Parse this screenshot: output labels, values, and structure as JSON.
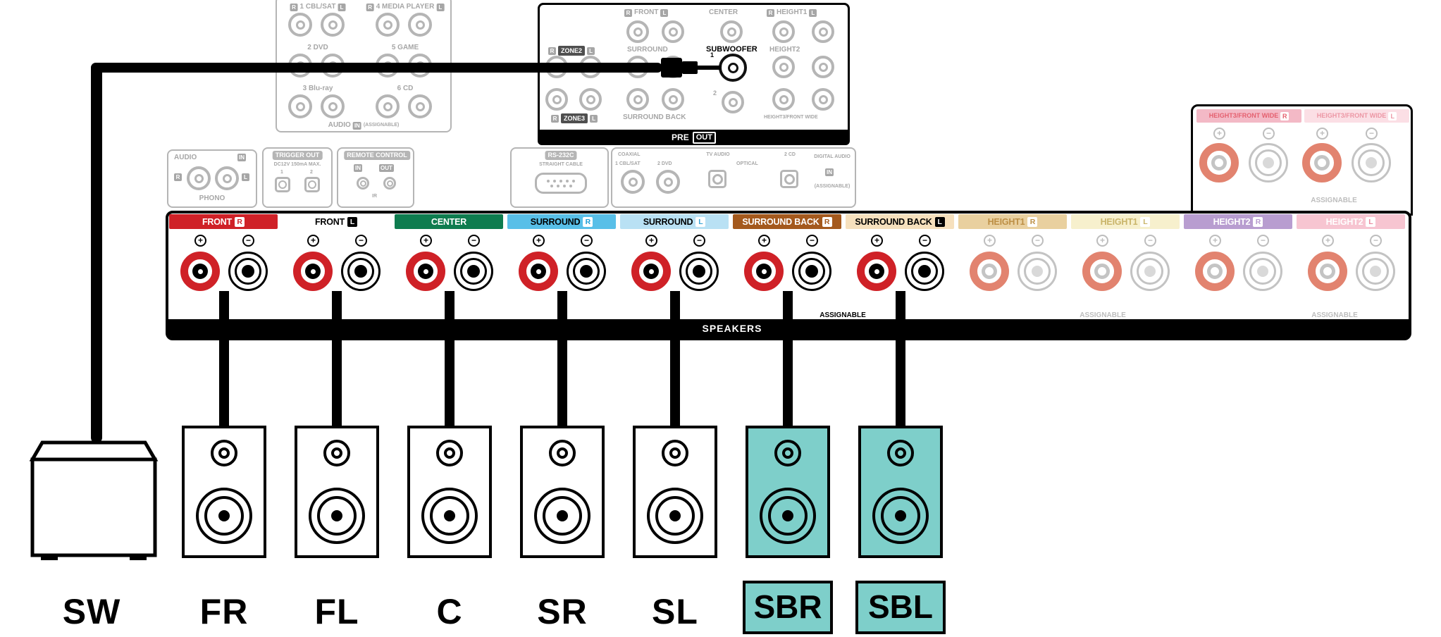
{
  "colors": {
    "red": "#cf2127",
    "teal": "#7ecfca",
    "gray_line": "#b5b5b5",
    "gray_text": "#a6a6a6",
    "dark_label": "#4f4f4f",
    "inactive_plus": "#e2836f",
    "inactive_minus": "#c3c3c3"
  },
  "symbols": {
    "plus": "+",
    "minus": "−"
  },
  "analog_panel": {
    "cells": [
      {
        "label": "1 CBL/SAT",
        "r": "R",
        "l": "L"
      },
      {
        "label": "4 MEDIA PLAYER",
        "r": "R",
        "l": "L"
      },
      {
        "label": "2 DVD"
      },
      {
        "label": "5 GAME"
      },
      {
        "label": "3 Blu-ray"
      },
      {
        "label": "6 CD"
      }
    ],
    "footer": {
      "audio": "AUDIO",
      "in": "IN",
      "assignable": "(ASSIGNABLE)"
    }
  },
  "phono_panel": {
    "audio": "AUDIO",
    "in": "IN",
    "r": "R",
    "l": "L",
    "name": "PHONO"
  },
  "trigger_panel": {
    "title": "TRIGGER OUT",
    "spec": "DC12V 150mA MAX.",
    "jack1": "1",
    "jack2": "2"
  },
  "remote_panel": {
    "title": "REMOTE CONTROL",
    "in": "IN",
    "out": "OUT",
    "ir": "IR"
  },
  "rs232_panel": {
    "title": "RS-232C",
    "subtitle": "STRAIGHT CABLE"
  },
  "digital_panel": {
    "coaxial": "COAXIAL",
    "coax1": "1 CBL/SAT",
    "coax2": "2 DVD",
    "opt1": "TV AUDIO",
    "optical": "OPTICAL",
    "opt2": "2 CD",
    "digital_audio": "DIGITAL AUDIO",
    "in": "IN",
    "assignable": "(ASSIGNABLE)"
  },
  "pre_out": {
    "bar_pre": "PRE",
    "bar_out": "OUT",
    "front": "FRONT",
    "center": "CENTER",
    "height1": "HEIGHT1",
    "zone2": "ZONE2",
    "surround": "SURROUND",
    "subwoofer": "SUBWOOFER",
    "height2": "HEIGHT2",
    "zone3": "ZONE3",
    "surround_back": "SURROUND BACK",
    "height3": "HEIGHT3/FRONT WIDE",
    "jack1": "1",
    "jack2": "2",
    "r": "R",
    "l": "L"
  },
  "height3_panel": {
    "bars": [
      {
        "label": "HEIGHT3/FRONT WIDE",
        "letter": "R",
        "bg": "#f3b9c6",
        "fg": "#e4606f",
        "lbg": "#ffffff",
        "lfg": "#e4606f"
      },
      {
        "label": "HEIGHT3/FRONT WIDE",
        "letter": "L",
        "bg": "#fbdfe5",
        "fg": "#ec96a4",
        "lbg": "#ffffff",
        "lfg": "#ec96a4"
      }
    ],
    "assignable": "ASSIGNABLE"
  },
  "strip": {
    "speakers_label": "SPEAKERS",
    "assignable": "ASSIGNABLE",
    "channels": [
      {
        "label": "FRONT",
        "letter": "R",
        "bg": "#cf2127",
        "fg": "#ffffff",
        "lbg": "#ffffff",
        "lfg": "#cf2127"
      },
      {
        "label": "FRONT",
        "letter": "L",
        "bg": "#ffffff",
        "fg": "#000000",
        "lbg": "#000000",
        "lfg": "#ffffff"
      },
      {
        "label": "CENTER",
        "letter": "",
        "bg": "#0e7c4f",
        "fg": "#ffffff",
        "lbg": "",
        "lfg": ""
      },
      {
        "label": "SURROUND",
        "letter": "R",
        "bg": "#58bfe8",
        "fg": "#000000",
        "lbg": "#ffffff",
        "lfg": "#1e9ed6"
      },
      {
        "label": "SURROUND",
        "letter": "L",
        "bg": "#b9e1f4",
        "fg": "#000000",
        "lbg": "#ffffff",
        "lfg": "#3aa6d8"
      },
      {
        "label": "SURROUND BACK",
        "letter": "R",
        "bg": "#a4591d",
        "fg": "#ffffff",
        "lbg": "#ffffff",
        "lfg": "#a4591d"
      },
      {
        "label": "SURROUND BACK",
        "letter": "L",
        "bg": "#f6e0bd",
        "fg": "#000000",
        "lbg": "#000000",
        "lfg": "#ffffff"
      },
      {
        "label": "HEIGHT1",
        "letter": "R",
        "bg": "#e9d09f",
        "fg": "#bd8f45",
        "lbg": "#ffffff",
        "lfg": "#bd8f45"
      },
      {
        "label": "HEIGHT1",
        "letter": "L",
        "bg": "#f7f0cd",
        "fg": "#c9b469",
        "lbg": "#ffffff",
        "lfg": "#c9b469"
      },
      {
        "label": "HEIGHT2",
        "letter": "R",
        "bg": "#b89dd0",
        "fg": "#ffffff",
        "lbg": "#ffffff",
        "lfg": "#b89dd0"
      },
      {
        "label": "HEIGHT2",
        "letter": "L",
        "bg": "#f7c5d1",
        "fg": "#ffffff",
        "lbg": "#ffffff",
        "lfg": "#e98ba0"
      }
    ]
  },
  "speakers": [
    {
      "id": "sw",
      "label": "SW",
      "type": "subwoofer",
      "highlighted": false
    },
    {
      "id": "fr",
      "label": "FR",
      "type": "speaker",
      "highlighted": false
    },
    {
      "id": "fl",
      "label": "FL",
      "type": "speaker",
      "highlighted": false
    },
    {
      "id": "c",
      "label": "C",
      "type": "speaker",
      "highlighted": false
    },
    {
      "id": "sr",
      "label": "SR",
      "type": "speaker",
      "highlighted": false
    },
    {
      "id": "sl",
      "label": "SL",
      "type": "speaker",
      "highlighted": false
    },
    {
      "id": "sbr",
      "label": "SBR",
      "type": "speaker",
      "highlighted": true
    },
    {
      "id": "sbl",
      "label": "SBL",
      "type": "speaker",
      "highlighted": true
    }
  ]
}
